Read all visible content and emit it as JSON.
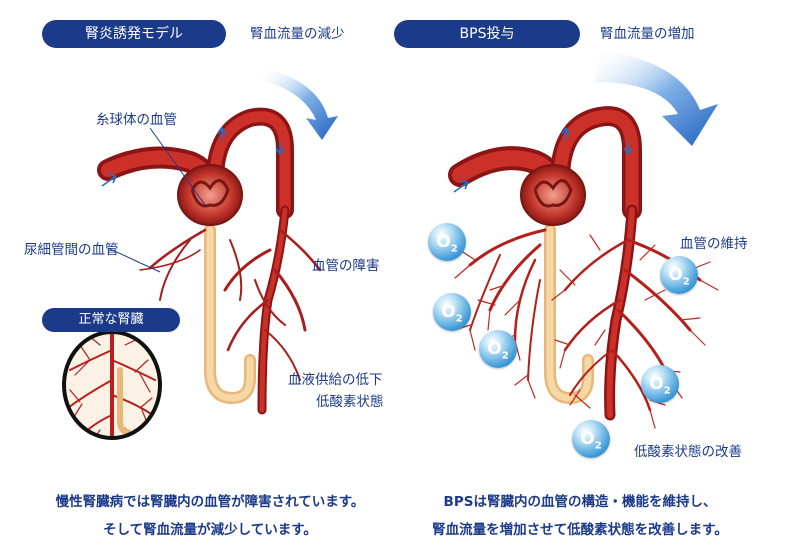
{
  "left_panel": {
    "title": "腎炎誘発モデル",
    "flow_label": "腎血流量の減少",
    "glomerulus_label": "糸球体の血管",
    "capillary_label": "尿細管間の血管",
    "damage_label": "血管の障害",
    "supply_label_1": "血液供給の低下",
    "supply_label_2": "低酸素状態",
    "inset_title": "正常な腎臓",
    "caption_1": "慢性腎臓病では腎臓内の血管が障害されています。",
    "caption_2": "そして腎血流量が減少しています。"
  },
  "right_panel": {
    "title": "BPS投与",
    "flow_label": "腎血流量の増加",
    "maintain_label": "血管の維持",
    "hypoxia_label": "低酸素状態の改善",
    "caption_1": "BPSは腎臓内の血管の構造・機能を維持し、",
    "caption_2": "腎血流量を増加させて低酸素状態を改善します。"
  },
  "oxygen_marker": {
    "text": "O",
    "subscript": "2"
  },
  "colors": {
    "navy": "#1b3a8a",
    "vessel": "#b81f1f",
    "tubule": "#f3c98b",
    "arrow_blue": "#1f6fc8",
    "o2_blue": "#3e9bd8"
  }
}
